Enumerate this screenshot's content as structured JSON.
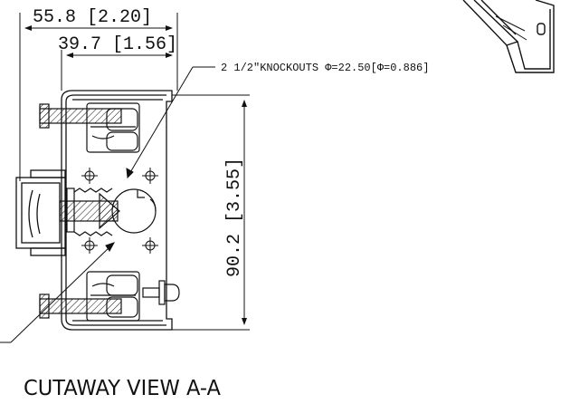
{
  "dimensions": {
    "overall_width": "55.8 [2.20]",
    "inner_width": "39.7 [1.56]",
    "height": "90.2 [3.55]"
  },
  "note": {
    "knockouts": "2 1/2\"KNOCKOUTS  Φ=22.50[Φ=0.886]"
  },
  "caption": {
    "title": "CUTAWAY VIEW A-A"
  },
  "colors": {
    "line": "#111111",
    "background": "#ffffff"
  }
}
